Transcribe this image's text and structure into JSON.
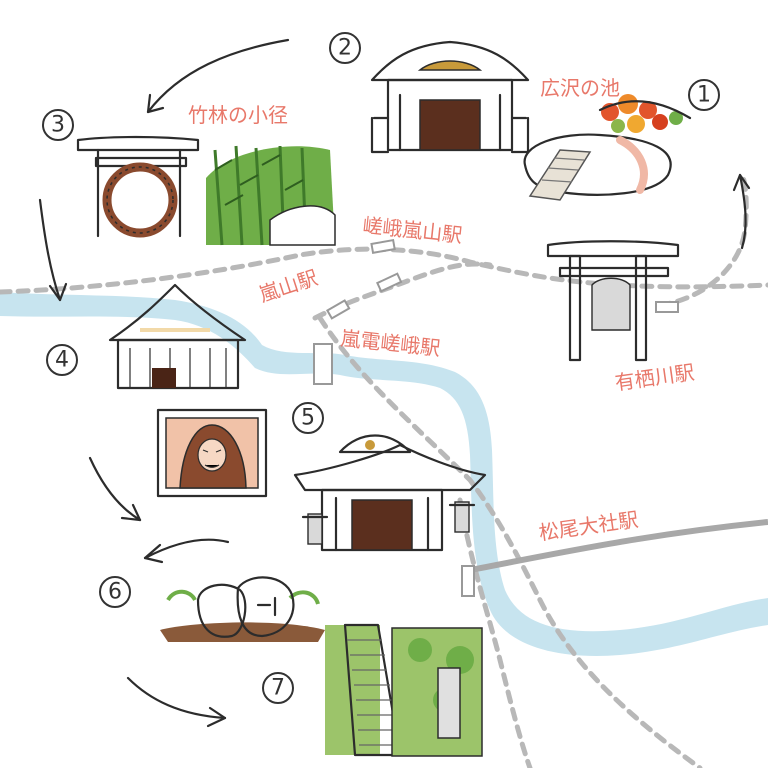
{
  "stations": {
    "saga_arashiyama": "嵯峨嵐山駅",
    "arashiyama": "嵐山駅",
    "randen_saga": "嵐電嵯峨駅",
    "arisugawa": "有栖川駅",
    "matsuo_taisha": "松尾大社駅"
  },
  "places": {
    "hirosawa_pond": "広沢の池",
    "bamboo_path": "竹林の小径"
  },
  "stops": [
    "1",
    "2",
    "3",
    "4",
    "5",
    "6",
    "7"
  ],
  "colors": {
    "label": "#e8786a",
    "river": "#c7e4ef",
    "rail_dash": "#b8b8b8",
    "line_gray": "#a8a8a8",
    "ink": "#2c2c2c",
    "wood": "#8a4a2e",
    "torii_red": "#c8382c",
    "bamboo": "#6fae48",
    "moss": "#9cc46a"
  },
  "icons": [
    "torii-icon",
    "shrine-gate-icon",
    "bamboo-icon",
    "pond-icon",
    "temple-hall-icon",
    "daruma-painting-icon",
    "shrine-icon",
    "stones-icon",
    "stone-stairs-icon",
    "red-torii-icon",
    "autumn-leaves-icon"
  ]
}
